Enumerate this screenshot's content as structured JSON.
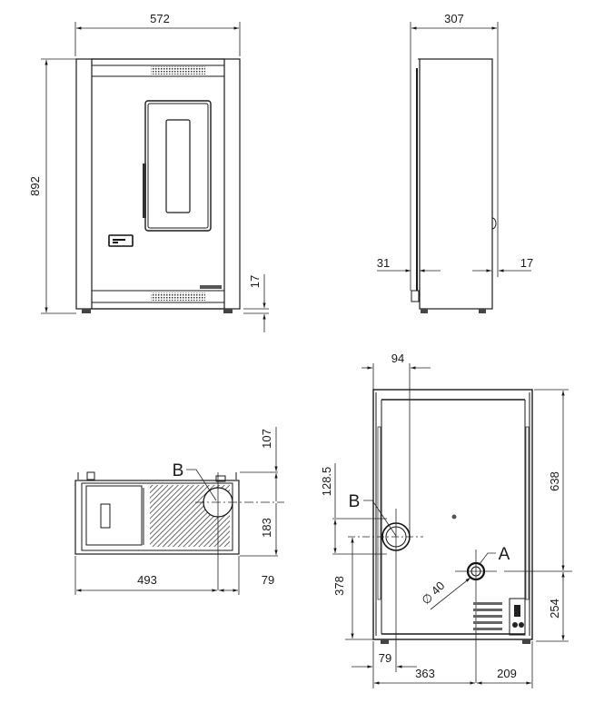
{
  "views": {
    "front": {
      "width_label": "572",
      "height_label": "892",
      "foot_label": "17"
    },
    "side": {
      "depth_label": "307",
      "left_offset_label": "31",
      "right_offset_label": "17"
    },
    "top": {
      "width_label": "493",
      "right_offset_label": "79",
      "top_offset_label": "107",
      "depth_label": "183",
      "outlet_label": "B"
    },
    "rear": {
      "outlet_b_x_label": "94",
      "outlet_b_span_label": "128.5",
      "outlet_b_label": "B",
      "outlet_b_height_label": "378",
      "outlet_b_side_label": "79",
      "total_height_label": "638",
      "inlet_a_height_label": "254",
      "inlet_a_label": "A",
      "inlet_a_diameter_label": "∅ 40",
      "inlet_a_left_label": "363",
      "inlet_a_right_label": "209"
    }
  },
  "colors": {
    "line": "#1a1a1a",
    "background": "#ffffff",
    "hatch": "#444444"
  }
}
